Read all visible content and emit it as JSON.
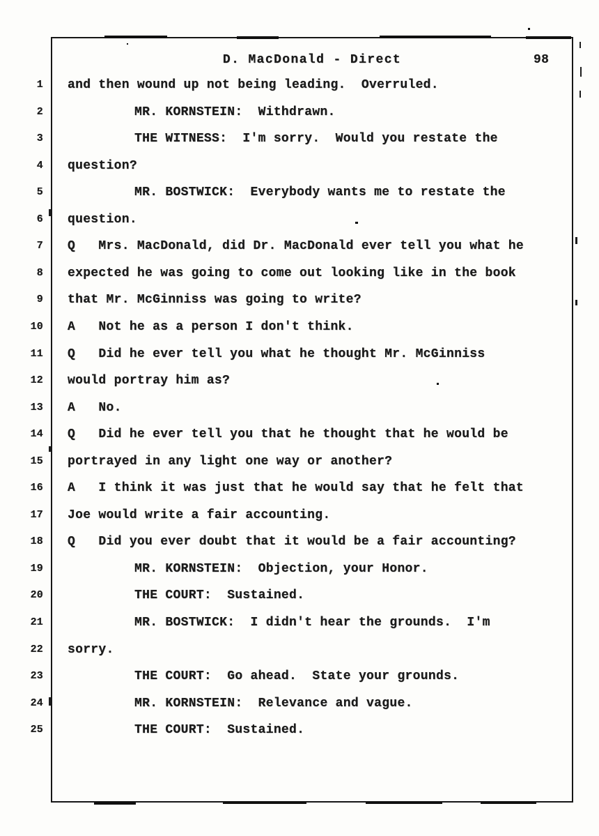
{
  "document": {
    "header": {
      "title": "D. MacDonald - Direct",
      "page_number": "98"
    },
    "lines": [
      {
        "n": "1",
        "speaker": false,
        "text": "and then wound up not being leading.  Overruled."
      },
      {
        "n": "2",
        "speaker": true,
        "text": "MR. KORNSTEIN:  Withdrawn."
      },
      {
        "n": "3",
        "speaker": true,
        "text": "THE WITNESS:  I'm sorry.  Would you restate the"
      },
      {
        "n": "4",
        "speaker": false,
        "text": "question?"
      },
      {
        "n": "5",
        "speaker": true,
        "text": "MR. BOSTWICK:  Everybody wants me to restate the"
      },
      {
        "n": "6",
        "speaker": false,
        "text": "question."
      },
      {
        "n": "7",
        "speaker": false,
        "text": "Q   Mrs. MacDonald, did Dr. MacDonald ever tell you what he"
      },
      {
        "n": "8",
        "speaker": false,
        "text": "expected he was going to come out looking like in the book"
      },
      {
        "n": "9",
        "speaker": false,
        "text": "that Mr. McGinniss was going to write?"
      },
      {
        "n": "10",
        "speaker": false,
        "text": "A   Not he as a person I don't think."
      },
      {
        "n": "11",
        "speaker": false,
        "text": "Q   Did he ever tell you what he thought Mr. McGinniss"
      },
      {
        "n": "12",
        "speaker": false,
        "text": "would portray him as?"
      },
      {
        "n": "13",
        "speaker": false,
        "text": "A   No."
      },
      {
        "n": "14",
        "speaker": false,
        "text": "Q   Did he ever tell you that he thought that he would be"
      },
      {
        "n": "15",
        "speaker": false,
        "text": "portrayed in any light one way or another?"
      },
      {
        "n": "16",
        "speaker": false,
        "text": "A   I think it was just that he would say that he felt that"
      },
      {
        "n": "17",
        "speaker": false,
        "text": "Joe would write a fair accounting."
      },
      {
        "n": "18",
        "speaker": false,
        "text": "Q   Did you ever doubt that it would be a fair accounting?"
      },
      {
        "n": "19",
        "speaker": true,
        "text": "MR. KORNSTEIN:  Objection, your Honor."
      },
      {
        "n": "20",
        "speaker": true,
        "text": "THE COURT:  Sustained."
      },
      {
        "n": "21",
        "speaker": true,
        "text": "MR. BOSTWICK:  I didn't hear the grounds.  I'm"
      },
      {
        "n": "22",
        "speaker": false,
        "text": "sorry."
      },
      {
        "n": "23",
        "speaker": true,
        "text": "THE COURT:  Go ahead.  State your grounds."
      },
      {
        "n": "24",
        "speaker": true,
        "text": "MR. KORNSTEIN:  Relevance and vague."
      },
      {
        "n": "25",
        "speaker": true,
        "text": "THE COURT:  Sustained."
      }
    ]
  },
  "colors": {
    "ink": "#1b1b1b",
    "paper": "#fdfdfb",
    "border": "#161616"
  }
}
